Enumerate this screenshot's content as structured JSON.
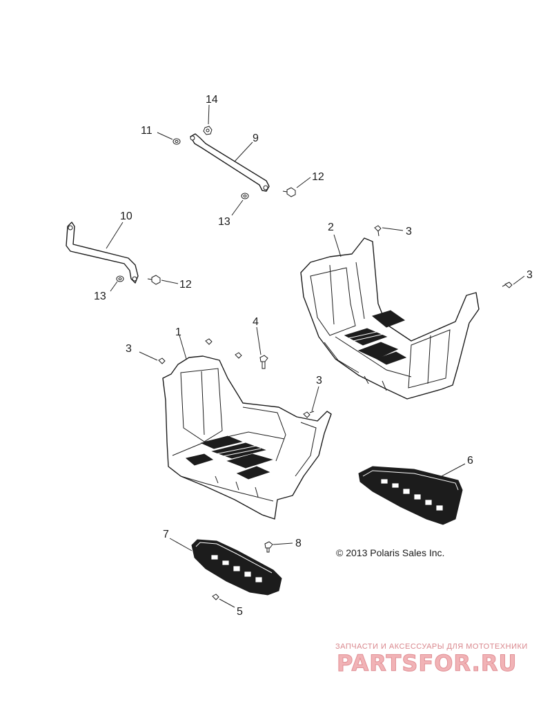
{
  "diagram": {
    "callouts": {
      "c1": "1",
      "c2": "2",
      "c3a": "3",
      "c3b": "3",
      "c3c": "3",
      "c3d": "3",
      "c4": "4",
      "c5": "5",
      "c6": "6",
      "c7": "7",
      "c8": "8",
      "c9": "9",
      "c10": "10",
      "c11": "11",
      "c12a": "12",
      "c12b": "12",
      "c13a": "13",
      "c13b": "13",
      "c14": "14"
    },
    "copyright": "© 2013 Polaris Sales Inc.",
    "watermark": {
      "tagline": "ЗАПЧАСТИ И АКСЕССУАРЫ ДЛЯ МОТОТЕХНИКИ",
      "logo": "PARTSFOR.RU"
    }
  }
}
